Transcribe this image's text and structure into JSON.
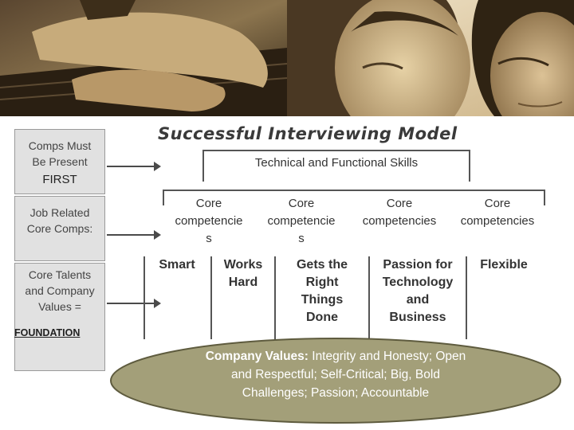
{
  "title": "Successful Interviewing Model",
  "left_column": {
    "box1": {
      "line1": "Comps Must",
      "line2": "Be Present",
      "line3": "FIRST"
    },
    "box2": {
      "line1": "Job Related",
      "line2": "Core Comps:"
    },
    "box3": {
      "line1": "Core Talents",
      "line2": "and Company",
      "line3": "Values ="
    },
    "foundation_label": "FOUNDATION"
  },
  "technical_skills": "Technical and Functional Skills",
  "core_competencies": [
    {
      "line1": "Core",
      "line2": "competencie",
      "line3": "s"
    },
    {
      "line1": "Core",
      "line2": "competencie",
      "line3": "s"
    },
    {
      "line1": "Core",
      "line2": "competencies",
      "line3": ""
    },
    {
      "line1": "Core",
      "line2": "competencies",
      "line3": ""
    }
  ],
  "pillars": [
    {
      "line1": "Smart",
      "line2": "",
      "line3": "",
      "line4": ""
    },
    {
      "line1": "Works",
      "line2": "Hard",
      "line3": "",
      "line4": ""
    },
    {
      "line1": "Gets the",
      "line2": "Right",
      "line3": "Things",
      "line4": "Done"
    },
    {
      "line1": "Passion for",
      "line2": "Technology",
      "line3": "and",
      "line4": "Business"
    },
    {
      "line1": "Flexible",
      "line2": "",
      "line3": "",
      "line4": ""
    }
  ],
  "company_values": {
    "label": "Company Values:",
    "line1_rest": " Integrity and Honesty; Open",
    "line2": "and Respectful; Self-Critical; Big, Bold",
    "line3": "Challenges; Passion; Accountable"
  },
  "colors": {
    "ellipse_fill": "#a39f79",
    "ellipse_stroke": "#5e5b3e",
    "sepia_dark": "#3b2d1a",
    "sepia_light": "#d8c49a",
    "box_fill": "#e1e1e1"
  },
  "icons": {
    "photo": "hands-on-keyboard-and-faces-photo"
  }
}
